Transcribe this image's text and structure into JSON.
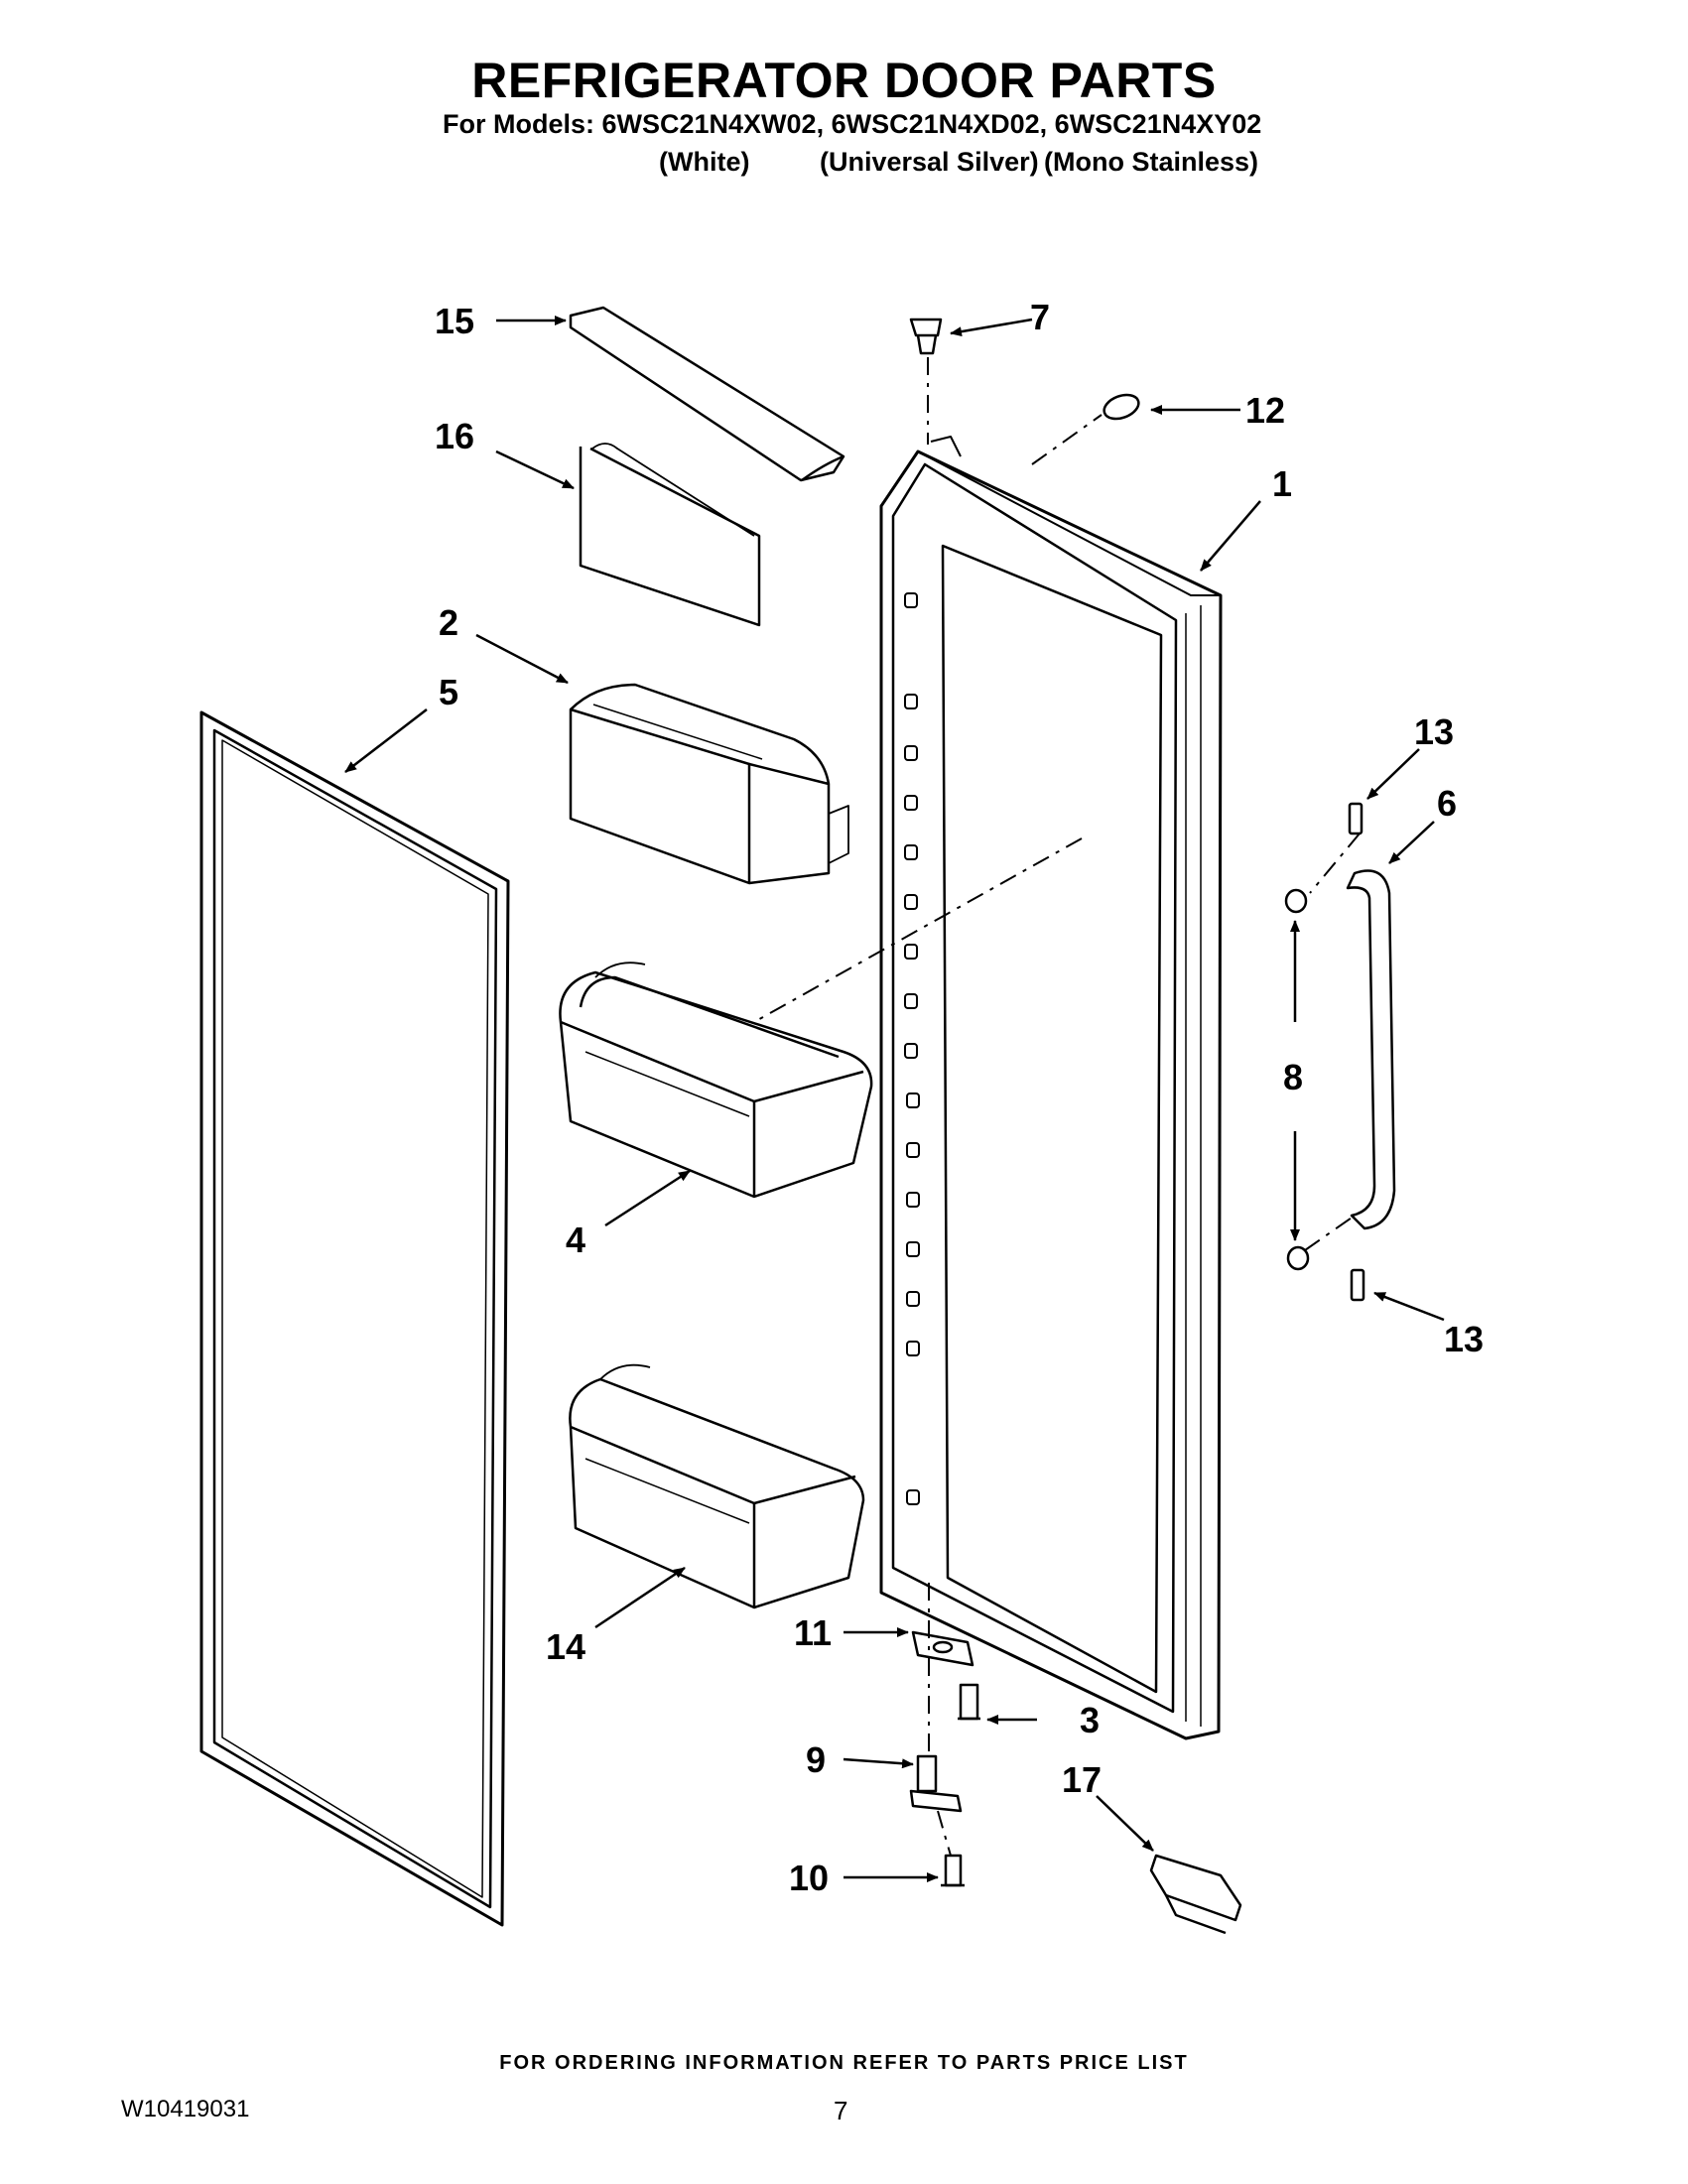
{
  "header": {
    "title": "REFRIGERATOR DOOR PARTS",
    "models_line": "For Models: 6WSC21N4XW02, 6WSC21N4XD02, 6WSC21N4XY02",
    "colors": [
      "(White)",
      "(Universal Silver)",
      "(Mono Stainless)"
    ]
  },
  "callouts": {
    "c1": "1",
    "c2": "2",
    "c3": "3",
    "c4": "4",
    "c5": "5",
    "c6": "6",
    "c7": "7",
    "c8": "8",
    "c9": "9",
    "c10": "10",
    "c11": "11",
    "c12": "12",
    "c13a": "13",
    "c13b": "13",
    "c14": "14",
    "c15": "15",
    "c16": "16",
    "c17": "17"
  },
  "footer": {
    "ordering_note": "FOR ORDERING INFORMATION REFER TO PARTS PRICE LIST",
    "document_number": "W10419031",
    "page_number": "7"
  }
}
